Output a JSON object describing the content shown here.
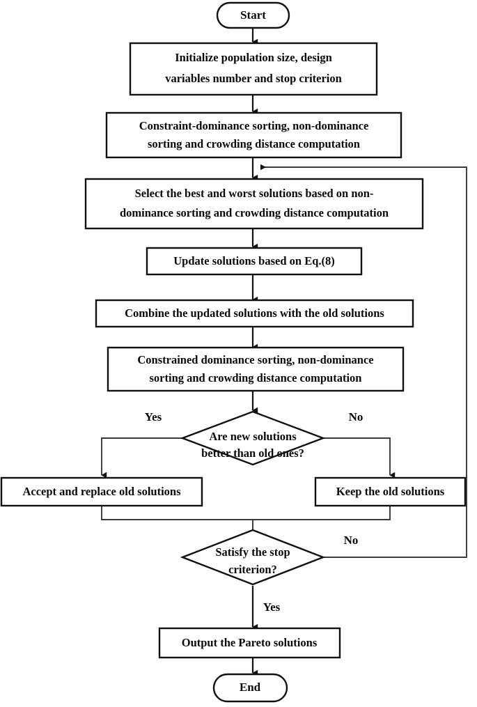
{
  "diagram": {
    "title": "Multi-objective optimization algorithm flowchart",
    "colors": {
      "background": "#ffffff",
      "node_stroke": "#111111",
      "connector_stroke": "#3a3a3a",
      "text": "#0a0a0a"
    },
    "nodes": [
      {
        "id": "start",
        "type": "terminal",
        "label": "Start"
      },
      {
        "id": "initialize",
        "type": "process",
        "line1": "Initialize population size, design",
        "line2": "variables number and stop criterion"
      },
      {
        "id": "constraint-sort",
        "type": "process",
        "line1": "Constraint-dominance sorting, non-dominance",
        "line2": "sorting and crowding distance computation"
      },
      {
        "id": "select-best-worst",
        "type": "process",
        "line1": "Select the best and worst solutions based on non-",
        "line2": "dominance sorting and crowding distance computation"
      },
      {
        "id": "update-solutions",
        "type": "process",
        "line1": "Update solutions based on Eq.(8)",
        "line2": ""
      },
      {
        "id": "combine-solutions",
        "type": "process",
        "line1": "Combine the updated solutions with the old solutions",
        "line2": ""
      },
      {
        "id": "constrained-sort",
        "type": "process",
        "line1": "Constrained dominance sorting, non-dominance",
        "line2": "sorting and crowding distance computation"
      },
      {
        "id": "decision-better",
        "type": "decision",
        "line1": "Are new solutions",
        "line2": "better than old ones?"
      },
      {
        "id": "accept-replace",
        "type": "process",
        "line1": "Accept and replace old solutions",
        "line2": ""
      },
      {
        "id": "keep-old",
        "type": "process",
        "line1": "Keep the old solutions",
        "line2": ""
      },
      {
        "id": "decision-stop",
        "type": "decision",
        "line1": "Satisfy the stop",
        "line2": "criterion?"
      },
      {
        "id": "output-pareto",
        "type": "process",
        "line1": "Output the Pareto solutions",
        "line2": ""
      },
      {
        "id": "end",
        "type": "terminal",
        "label": "End"
      }
    ],
    "edge_labels": {
      "better_yes": "Yes",
      "better_no": "No",
      "stop_no": "No",
      "stop_yes": "Yes"
    }
  }
}
